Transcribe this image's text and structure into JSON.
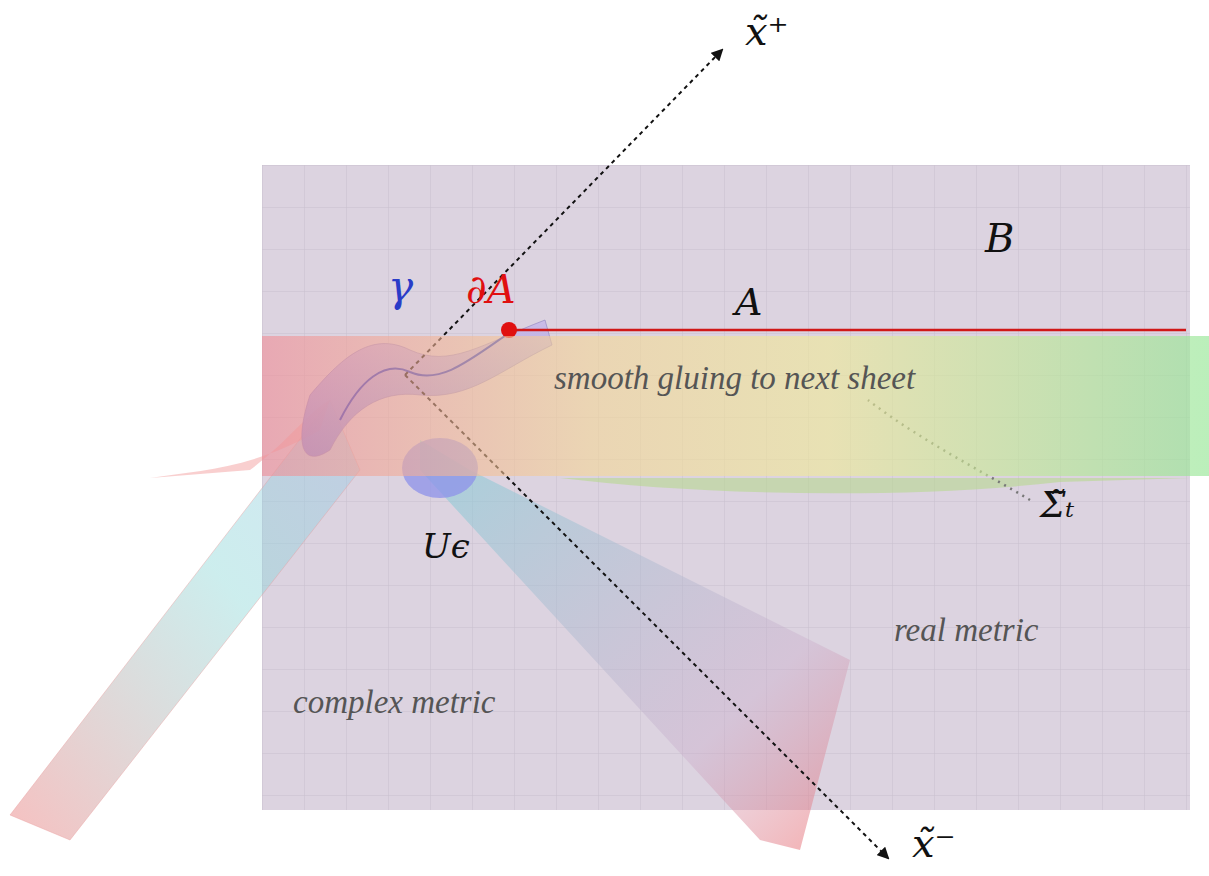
{
  "diagram": {
    "nodes": [
      {
        "text": [
          "smooth gluing to next sheet"
        ]
      }
    ],
    "labels": [
      "x̃⁺",
      "x̃⁻",
      "γ",
      "∂A",
      "A",
      "B",
      "Σ̃ₜ",
      "Uϵ",
      "real metric",
      "complex metric"
    ]
  }
}
